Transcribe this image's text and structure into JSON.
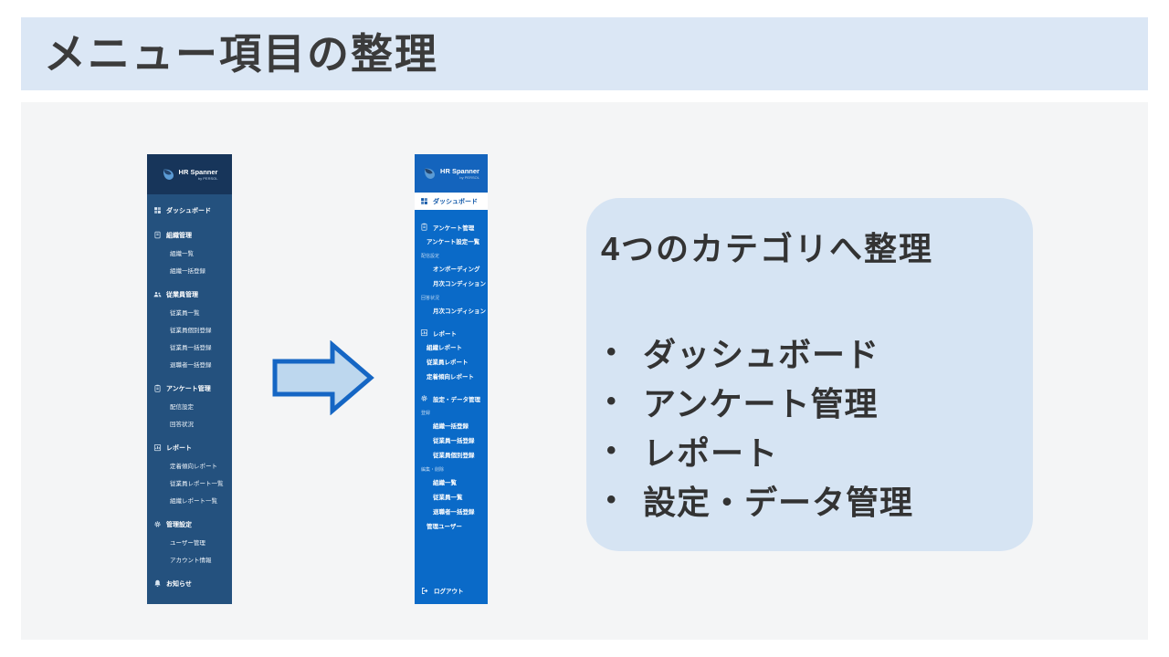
{
  "slide": {
    "title": "メニュー項目の整理"
  },
  "colors": {
    "band": "#dbe7f5",
    "main": "#f4f5f6",
    "title": "#3b3b3b",
    "left-header": "#17355a",
    "left-bg": "#24517e",
    "right-header": "#1464bd",
    "right-bg": "#0a6ac8",
    "active-text": "#0f57a8",
    "callout-bg": "#d6e4f3",
    "arrow-fill": "#bdd7ee",
    "arrow-stroke": "#1566c4",
    "text-dark": "#333333"
  },
  "logo": {
    "brand": "HR Spanner",
    "byline": "by PERSOL"
  },
  "left_sidebar": {
    "items": [
      {
        "type": "group",
        "icon": "dashboard-grid-icon",
        "label": "ダッシュボード"
      },
      {
        "type": "group",
        "icon": "organization-icon",
        "label": "組織管理"
      },
      {
        "type": "sub",
        "label": "組織一覧"
      },
      {
        "type": "sub",
        "label": "組織一括登録"
      },
      {
        "type": "group",
        "icon": "employees-icon",
        "label": "従業員管理"
      },
      {
        "type": "sub",
        "label": "従業員一覧"
      },
      {
        "type": "sub",
        "label": "従業員個別登録"
      },
      {
        "type": "sub",
        "label": "従業員一括登録"
      },
      {
        "type": "sub",
        "label": "退職者一括登録"
      },
      {
        "type": "group",
        "icon": "survey-icon",
        "label": "アンケート管理"
      },
      {
        "type": "sub",
        "label": "配信設定"
      },
      {
        "type": "sub",
        "label": "回答状況"
      },
      {
        "type": "group",
        "icon": "report-icon",
        "label": "レポート"
      },
      {
        "type": "sub",
        "label": "定着傾向レポート"
      },
      {
        "type": "sub",
        "label": "従業員レポート一覧"
      },
      {
        "type": "sub",
        "label": "組織レポート一覧"
      },
      {
        "type": "group",
        "icon": "gear-icon",
        "label": "管理設定"
      },
      {
        "type": "sub",
        "label": "ユーザー管理"
      },
      {
        "type": "sub",
        "label": "アカウント情報"
      },
      {
        "type": "group",
        "icon": "bell-icon",
        "label": "お知らせ"
      }
    ]
  },
  "right_sidebar": {
    "items": [
      {
        "type": "active",
        "icon": "dashboard-grid-icon",
        "label": "ダッシュボード"
      },
      {
        "type": "group",
        "icon": "survey-icon",
        "label": "アンケート管理"
      },
      {
        "type": "sub",
        "label": "アンケート設定一覧"
      },
      {
        "type": "label",
        "label": "配信設定"
      },
      {
        "type": "sub2",
        "label": "オンボーディング"
      },
      {
        "type": "sub2",
        "label": "月次コンディション"
      },
      {
        "type": "label",
        "label": "回答状況"
      },
      {
        "type": "sub2",
        "label": "月次コンディション"
      },
      {
        "type": "group",
        "icon": "report-icon",
        "label": "レポート"
      },
      {
        "type": "sub",
        "label": "組織レポート"
      },
      {
        "type": "sub",
        "label": "従業員レポート"
      },
      {
        "type": "sub",
        "label": "定着傾向レポート"
      },
      {
        "type": "group",
        "icon": "gear-icon",
        "label": "設定・データ管理"
      },
      {
        "type": "label",
        "label": "登録"
      },
      {
        "type": "sub2",
        "label": "組織一括登録"
      },
      {
        "type": "sub2",
        "label": "従業員一括登録"
      },
      {
        "type": "sub2",
        "label": "従業員個別登録"
      },
      {
        "type": "label",
        "label": "編集・削除"
      },
      {
        "type": "sub2",
        "label": "組織一覧"
      },
      {
        "type": "sub2",
        "label": "従業員一覧"
      },
      {
        "type": "sub2",
        "label": "退職者一括登録"
      },
      {
        "type": "sub",
        "label": "管理ユーザー"
      }
    ],
    "footer": {
      "icon": "logout-icon",
      "label": "ログアウト"
    }
  },
  "callout": {
    "heading": "4つのカテゴリへ整理",
    "bullet_char": "•",
    "bullets": [
      "ダッシュボード",
      "アンケート管理",
      "レポート",
      "設定・データ管理"
    ]
  }
}
